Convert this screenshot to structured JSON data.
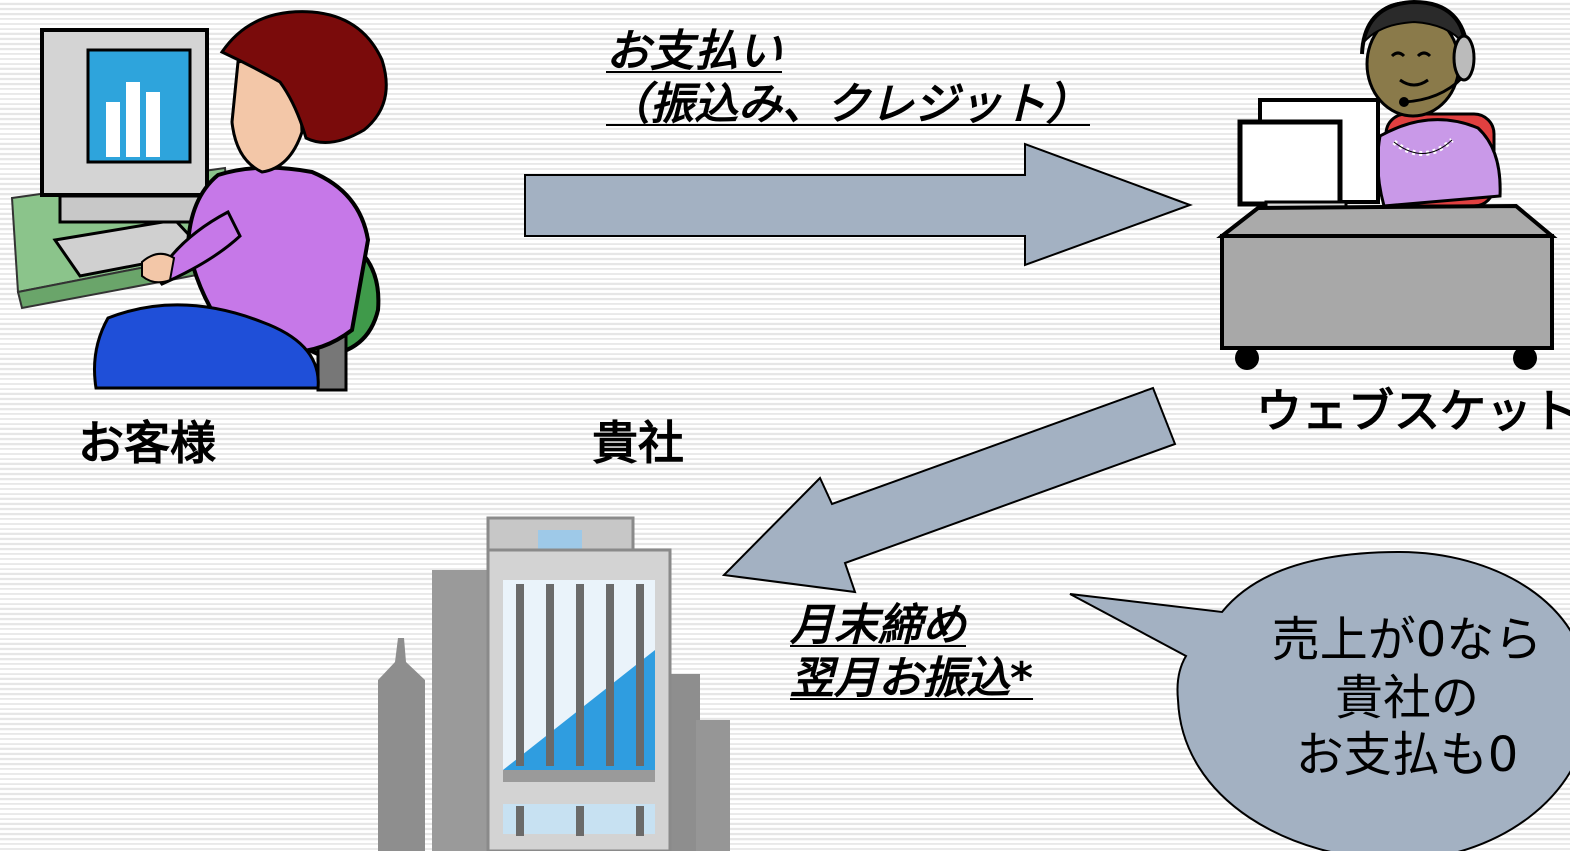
{
  "labels": {
    "customer": "お客様",
    "company": "貴社",
    "websket": "ウェブスケット"
  },
  "payment_flow": {
    "line1": "お支払い",
    "line2": "（振込み、クレジット）"
  },
  "settlement_flow": {
    "line1": "月末締め",
    "line2": "翌月お振込*"
  },
  "note_bubble": {
    "line1": "売上が0なら",
    "line2": "貴社の",
    "line3": "お支払も0"
  },
  "colors": {
    "arrow_fill": "#a3b1c2",
    "bubble_fill": "#a3b1c2",
    "outline": "#000000"
  },
  "icons": {
    "customer": "woman-at-computer-icon",
    "websket": "operator-with-headset-icon",
    "company": "office-building-icon"
  }
}
